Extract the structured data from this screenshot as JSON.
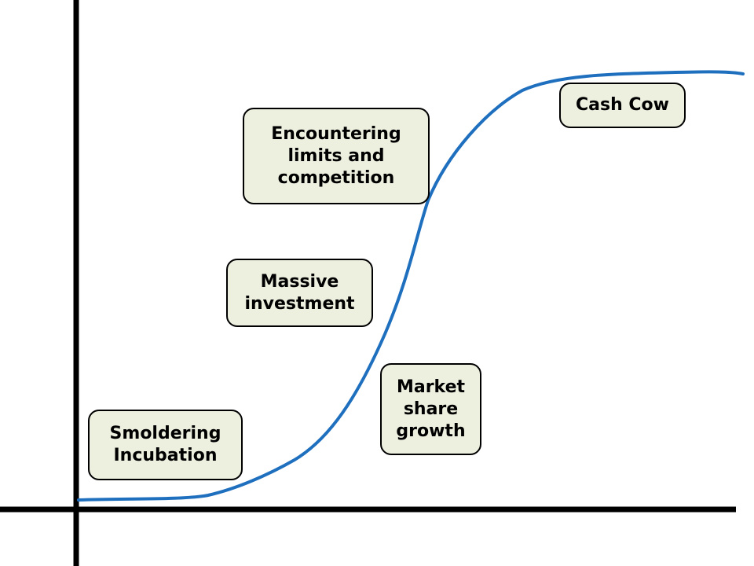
{
  "diagram": {
    "curve_color": "#1f6fbf",
    "axis_color": "#000000",
    "box_fill": "#eef0df",
    "stages": [
      {
        "id": "smoldering",
        "label": "Smoldering\nIncubation"
      },
      {
        "id": "massive",
        "label": "Massive\ninvestment"
      },
      {
        "id": "limits",
        "label": "Encountering\nlimits and\ncompetition"
      },
      {
        "id": "market",
        "label": "Market\nshare\ngrowth"
      },
      {
        "id": "cashcow",
        "label": "Cash Cow"
      }
    ]
  }
}
